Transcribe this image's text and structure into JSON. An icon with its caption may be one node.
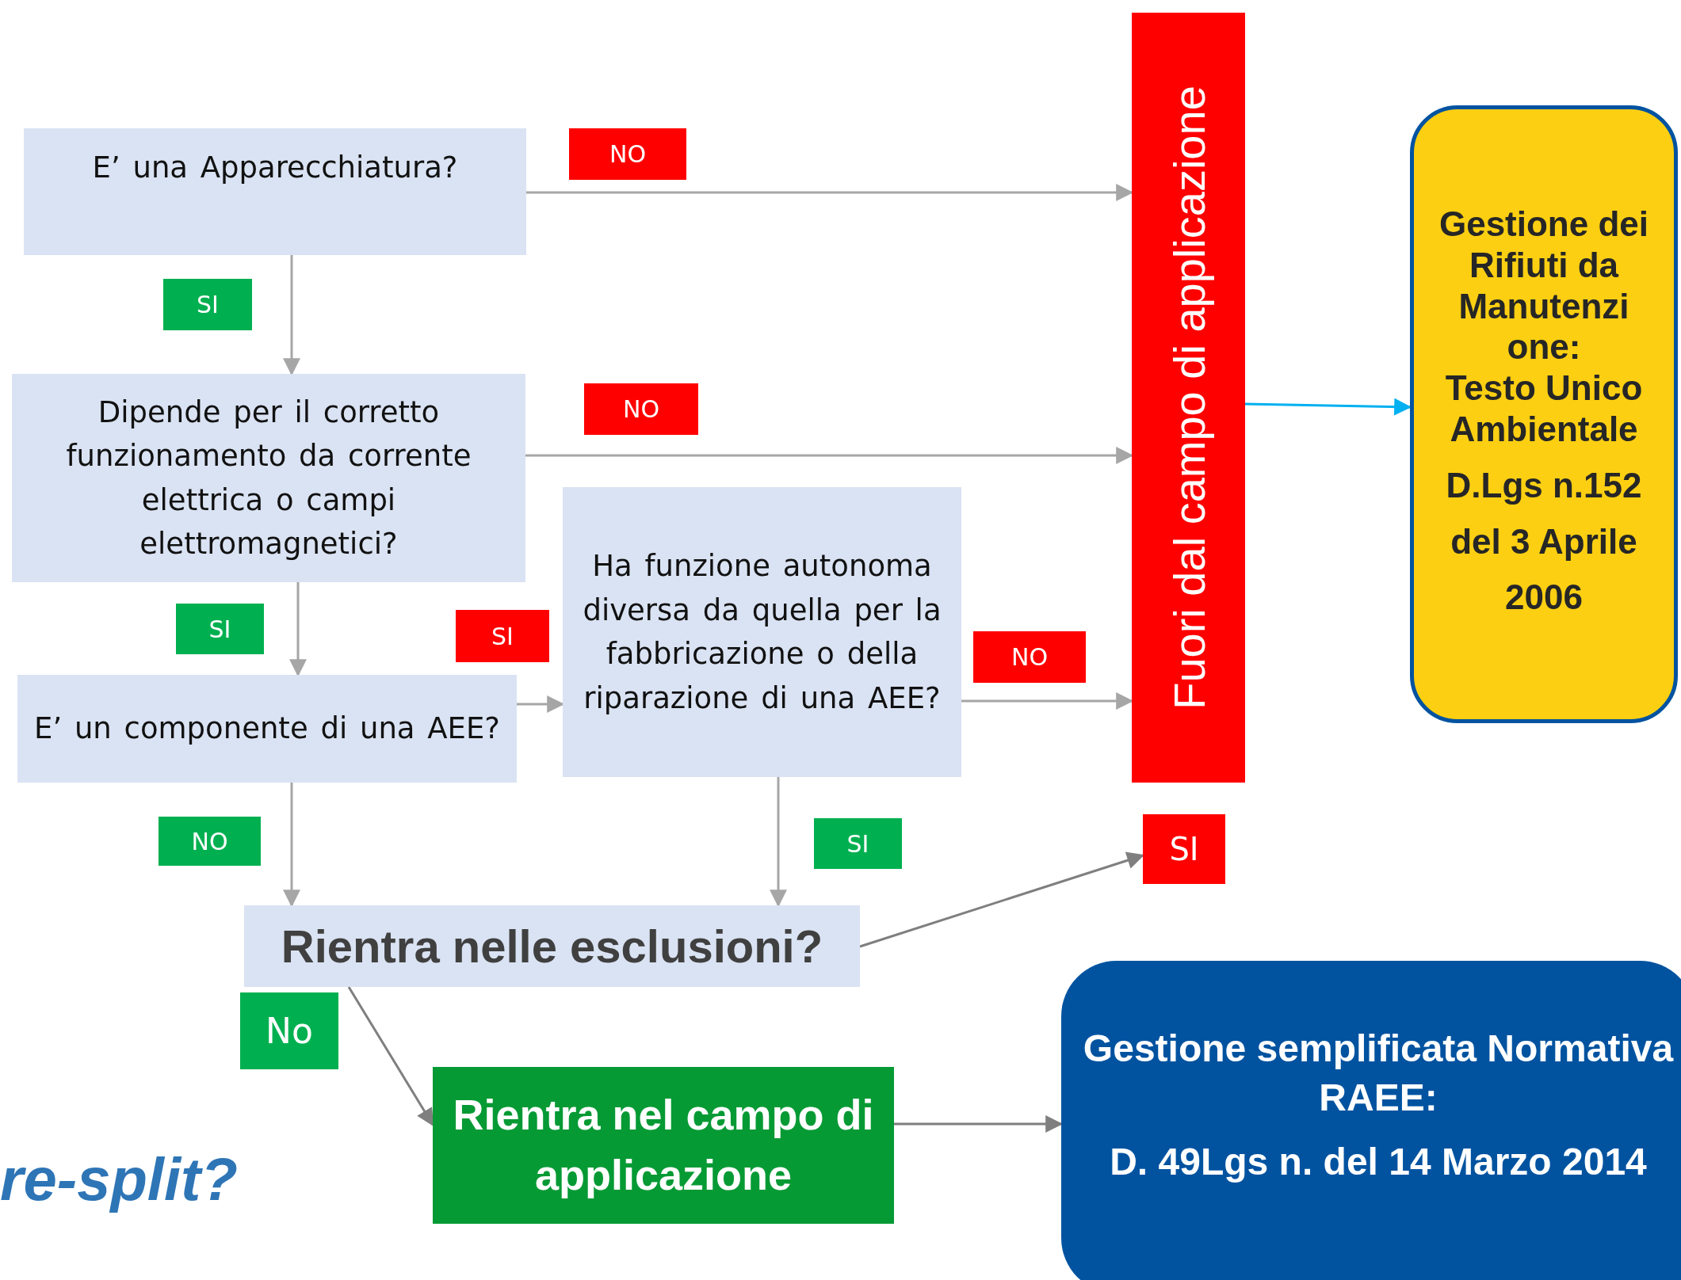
{
  "diagram": {
    "nodes": [
      {
        "text": [
          "E’ una Apparecchiatura?"
        ]
      },
      {
        "text": [
          "Dipende per il corretto funzionamento da corrente elettrica o campi elettromagnetici?"
        ]
      },
      {
        "text": [
          "E’ un componente di una AEE?"
        ]
      },
      {
        "text": [
          "Ha funzione autonoma diversa da quella per la fabbricazione o della riparazione di una AEE?"
        ]
      },
      {
        "text": [
          "Fuori dal campo di applicazione"
        ]
      },
      {
        "text": [
          "Gestione dei Rifiuti da Manutenzi one:",
          "Testo Unico Ambientale",
          "D.Lgs n.152 del 3 Aprile 2006"
        ]
      },
      {
        "text": [
          "Rientra nelle esclusioni?"
        ]
      },
      {
        "text": [
          "SI"
        ]
      },
      {
        "text": [
          "Rientra nel campo di applicazione"
        ]
      },
      {
        "text": [
          "Gestione semplificata Normativa RAEE:",
          "D. 49Lgs n. del 14 Marzo 2014"
        ]
      }
    ],
    "edges": [
      {
        "from": 0,
        "to": 4,
        "arrow": "to",
        "label": "NO"
      },
      {
        "from": 0,
        "to": 1,
        "arrow": "to",
        "label": "SI"
      },
      {
        "from": 1,
        "to": 4,
        "arrow": "to",
        "label": "NO"
      },
      {
        "from": 1,
        "to": 2,
        "arrow": "to",
        "label": "SI"
      },
      {
        "from": 2,
        "to": 3,
        "arrow": "to",
        "label": "SI"
      },
      {
        "from": 3,
        "to": 4,
        "arrow": "to",
        "label": "NO"
      },
      {
        "from": 2,
        "to": 6,
        "arrow": "to",
        "label": "NO"
      },
      {
        "from": 3,
        "to": 6,
        "arrow": "to",
        "label": "SI"
      },
      {
        "from": 6,
        "to": 8,
        "arrow": "to",
        "label": "No",
        "color": "#7f7f7f"
      },
      {
        "from": 6,
        "to": 7,
        "arrow": "to",
        "color": "#7f7f7f"
      },
      {
        "from": 8,
        "to": 9,
        "arrow": "to",
        "color": "#7f7f7f"
      },
      {
        "from": 4,
        "to": 5,
        "arrow": "to",
        "color": "#00b0f0"
      }
    ],
    "labels": [
      "re-split?"
    ]
  }
}
